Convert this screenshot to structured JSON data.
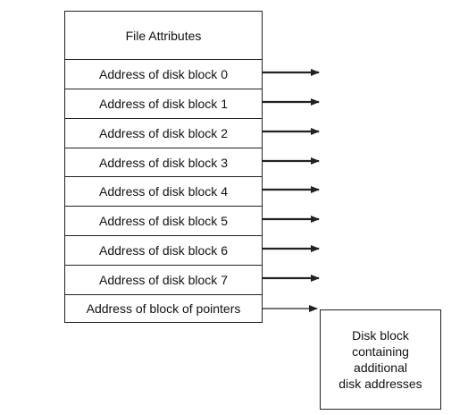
{
  "inode": {
    "header": "File Attributes",
    "rows": [
      "Address of disk block 0",
      "Address of disk block 1",
      "Address of disk block 2",
      "Address of disk block 3",
      "Address of disk block 4",
      "Address of disk block 5",
      "Address of disk block 6",
      "Address of disk block 7",
      "Address of block of pointers"
    ]
  },
  "disk_block": {
    "lines": [
      "Disk block",
      "containing",
      "additional",
      "disk addresses"
    ]
  },
  "colors": {
    "line": "#222222",
    "text": "#111111",
    "background": "#ffffff"
  }
}
